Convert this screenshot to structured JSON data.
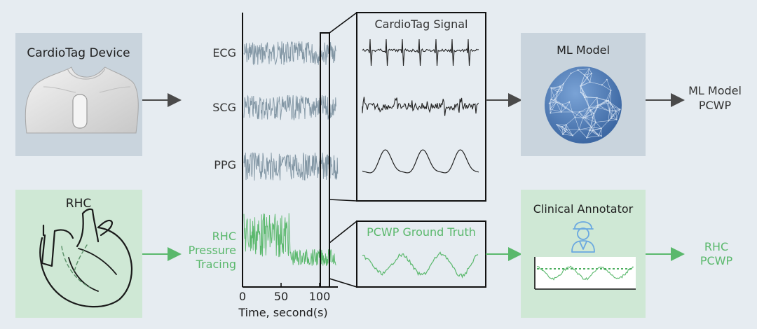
{
  "device_panel": {
    "title": "CardioTag Device"
  },
  "rhc_panel": {
    "title": "RHC"
  },
  "signals": {
    "ecg": "ECG",
    "scg": "SCG",
    "ppg": "PPG",
    "rhc_line1": "RHC",
    "rhc_line2": "Pressure",
    "rhc_line3": "Tracing"
  },
  "axis": {
    "ticks": [
      "0",
      "50",
      "100"
    ],
    "label": "Time, second(s)"
  },
  "cardiotag_signal": {
    "title": "CardioTag Signal"
  },
  "pcwp_ground_truth": {
    "title": "PCWP Ground Truth"
  },
  "ml_model": {
    "title": "ML Model"
  },
  "clinical_annotator": {
    "title": "Clinical Annotator"
  },
  "outputs": {
    "ml_line1": "ML Model",
    "ml_line2": "PCWP",
    "rhc_line1": "RHC",
    "rhc_line2": "PCWP"
  },
  "colors": {
    "background": "#e6ecf1",
    "panel_gray": "#c9d4dd",
    "panel_green": "#cfe8d5",
    "green": "#5ab86c",
    "signal_gray": "#8296a4",
    "dark": "#222222",
    "sphere": "#4a78b0"
  }
}
